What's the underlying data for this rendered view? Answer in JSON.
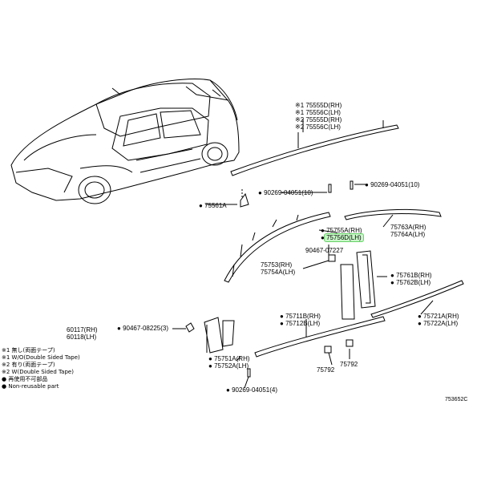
{
  "parts": {
    "p75555D": "※1 75555D(RH)",
    "p75556C": "※1 75556C(LH)",
    "p75555D2": "※2 75555D(RH)",
    "p75556C2": "※2 75556C(LH)",
    "p75561A": "75561A",
    "clip_top": "90269-04051(10)",
    "clip_mid": "90269-04051(10)",
    "p75755A": "75755A(RH)",
    "p75756D": "75756D(LH)",
    "p75763A": "75763A(RH)",
    "p75764A": "75764A(LH)",
    "screw": "90467-07227",
    "p75753": "75753(RH)",
    "p75754A": "75754A(LH)",
    "p75761B": "75761B(RH)",
    "p75762B": "75762B(LH)",
    "p60117": "60117(RH)",
    "p60118": "60118(LH)",
    "clip_left": "90467-08225(3)",
    "p75711B": "75711B(RH)",
    "p75712B": "75712B(LH)",
    "p75721A": "75721A(RH)",
    "p75722A": "75722A(LH)",
    "p75751A": "75751A(RH)",
    "p75752A": "75752A(LH)",
    "p75792a": "75792",
    "p75792b": "75792",
    "clip_bottom": "90269-04051(4)"
  },
  "legend": {
    "l1": "※1 無し(両面テープ)",
    "l1e": "※1 W/O(Double Sided Tape)",
    "l2": "※2 有り(両面テープ)",
    "l2e": "※2 W(Double Sided Tape)",
    "l3": "● 再使用不可部品",
    "l3e": "● Non-reusable part"
  },
  "figure_ref": "753652C",
  "highlight_color": "#c9f7c9"
}
